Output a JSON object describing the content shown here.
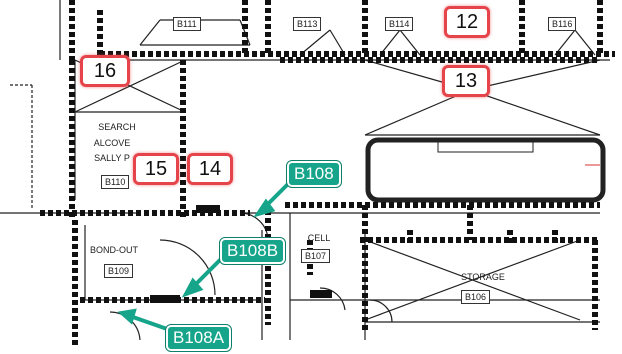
{
  "rooms": {
    "b111": "B111",
    "b113": "B113",
    "b114": "B114",
    "b116": "B116",
    "search_line1": "SEARCH",
    "search_line2": "ALCOVE",
    "search_line3": "SALLY P",
    "b110": "B110",
    "bond_out": "BOND-OUT",
    "b109": "B109",
    "cell": "CELL",
    "b107": "B107",
    "storage": "STORAGE",
    "b106": "B106"
  },
  "markers": {
    "m12": "12",
    "m13": "13",
    "m14": "14",
    "m15": "15",
    "m16": "16"
  },
  "door_tags": {
    "b108": "B108",
    "b108b": "B108B",
    "b108a": "B108A"
  },
  "colors": {
    "marker_border": "#e5444a",
    "door_tag_fill": "#16a58a",
    "wall": "#111111"
  }
}
